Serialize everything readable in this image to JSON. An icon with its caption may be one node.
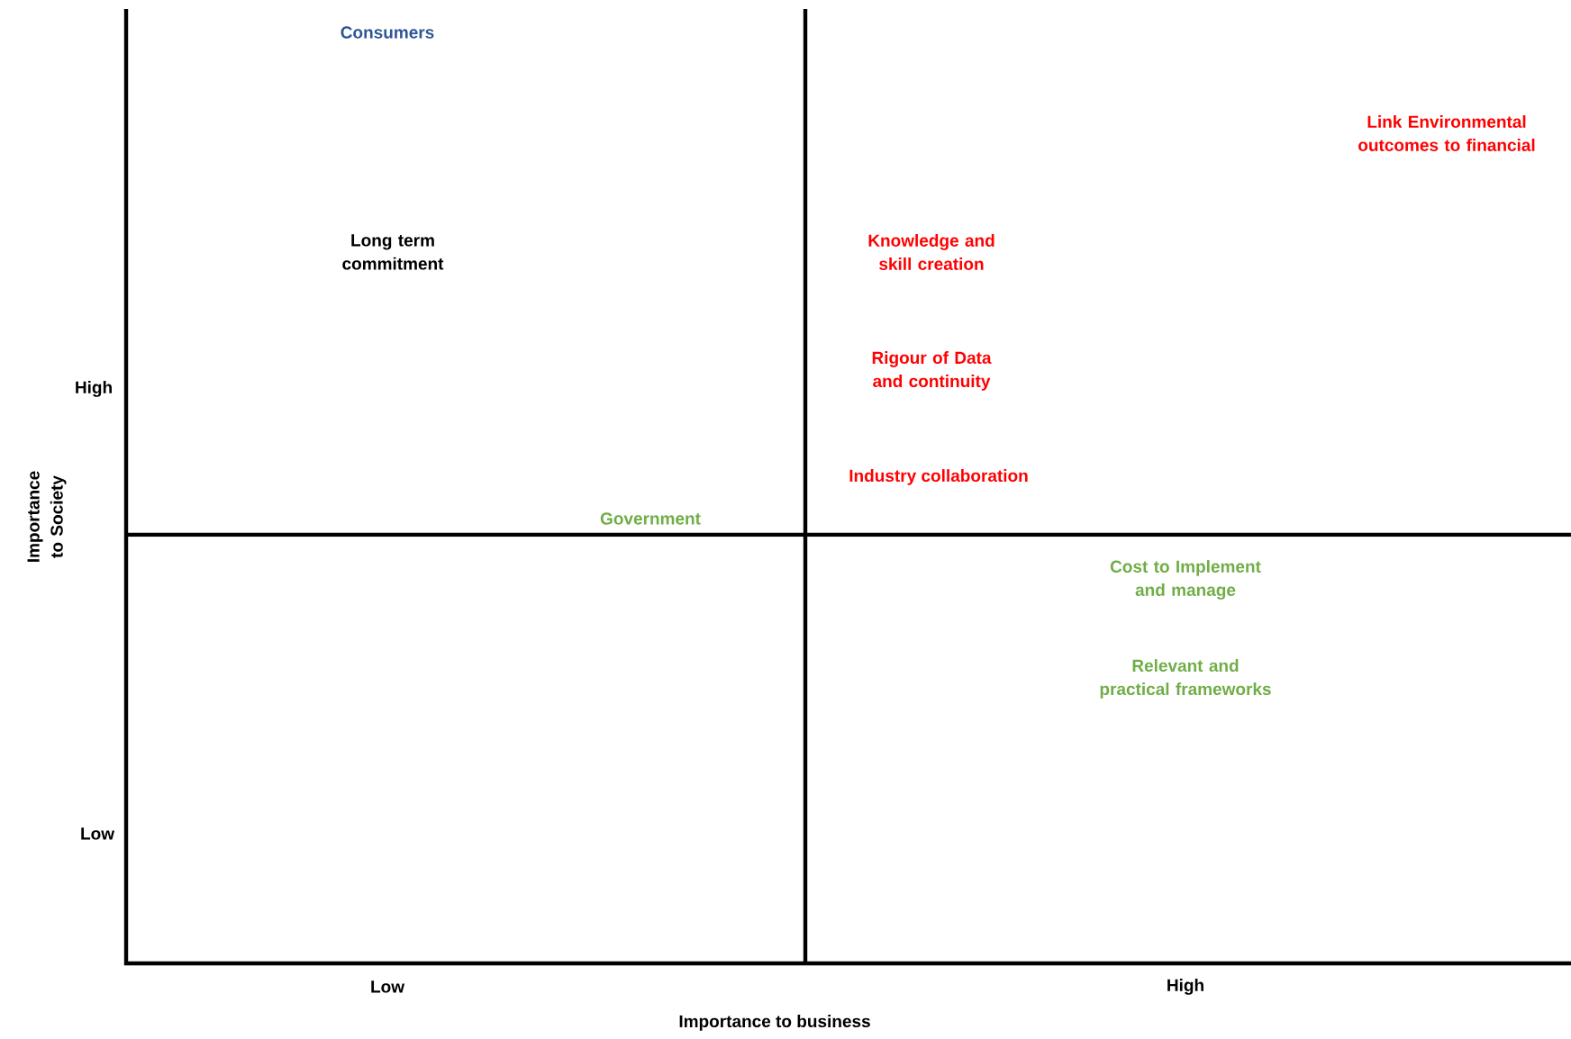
{
  "diagram": {
    "labels": [
      "Consumers",
      "Link Environmental outcomes to financial",
      "Long term commitment",
      "Knowledge and skill creation",
      "High",
      "Rigour of Data and continuity",
      "Importance to Society",
      "Industry collaboration",
      "Government",
      "Cost to Implement and manage",
      "Relevant and practical frameworks",
      "Low",
      "Low",
      "High",
      "Importance to business"
    ]
  }
}
